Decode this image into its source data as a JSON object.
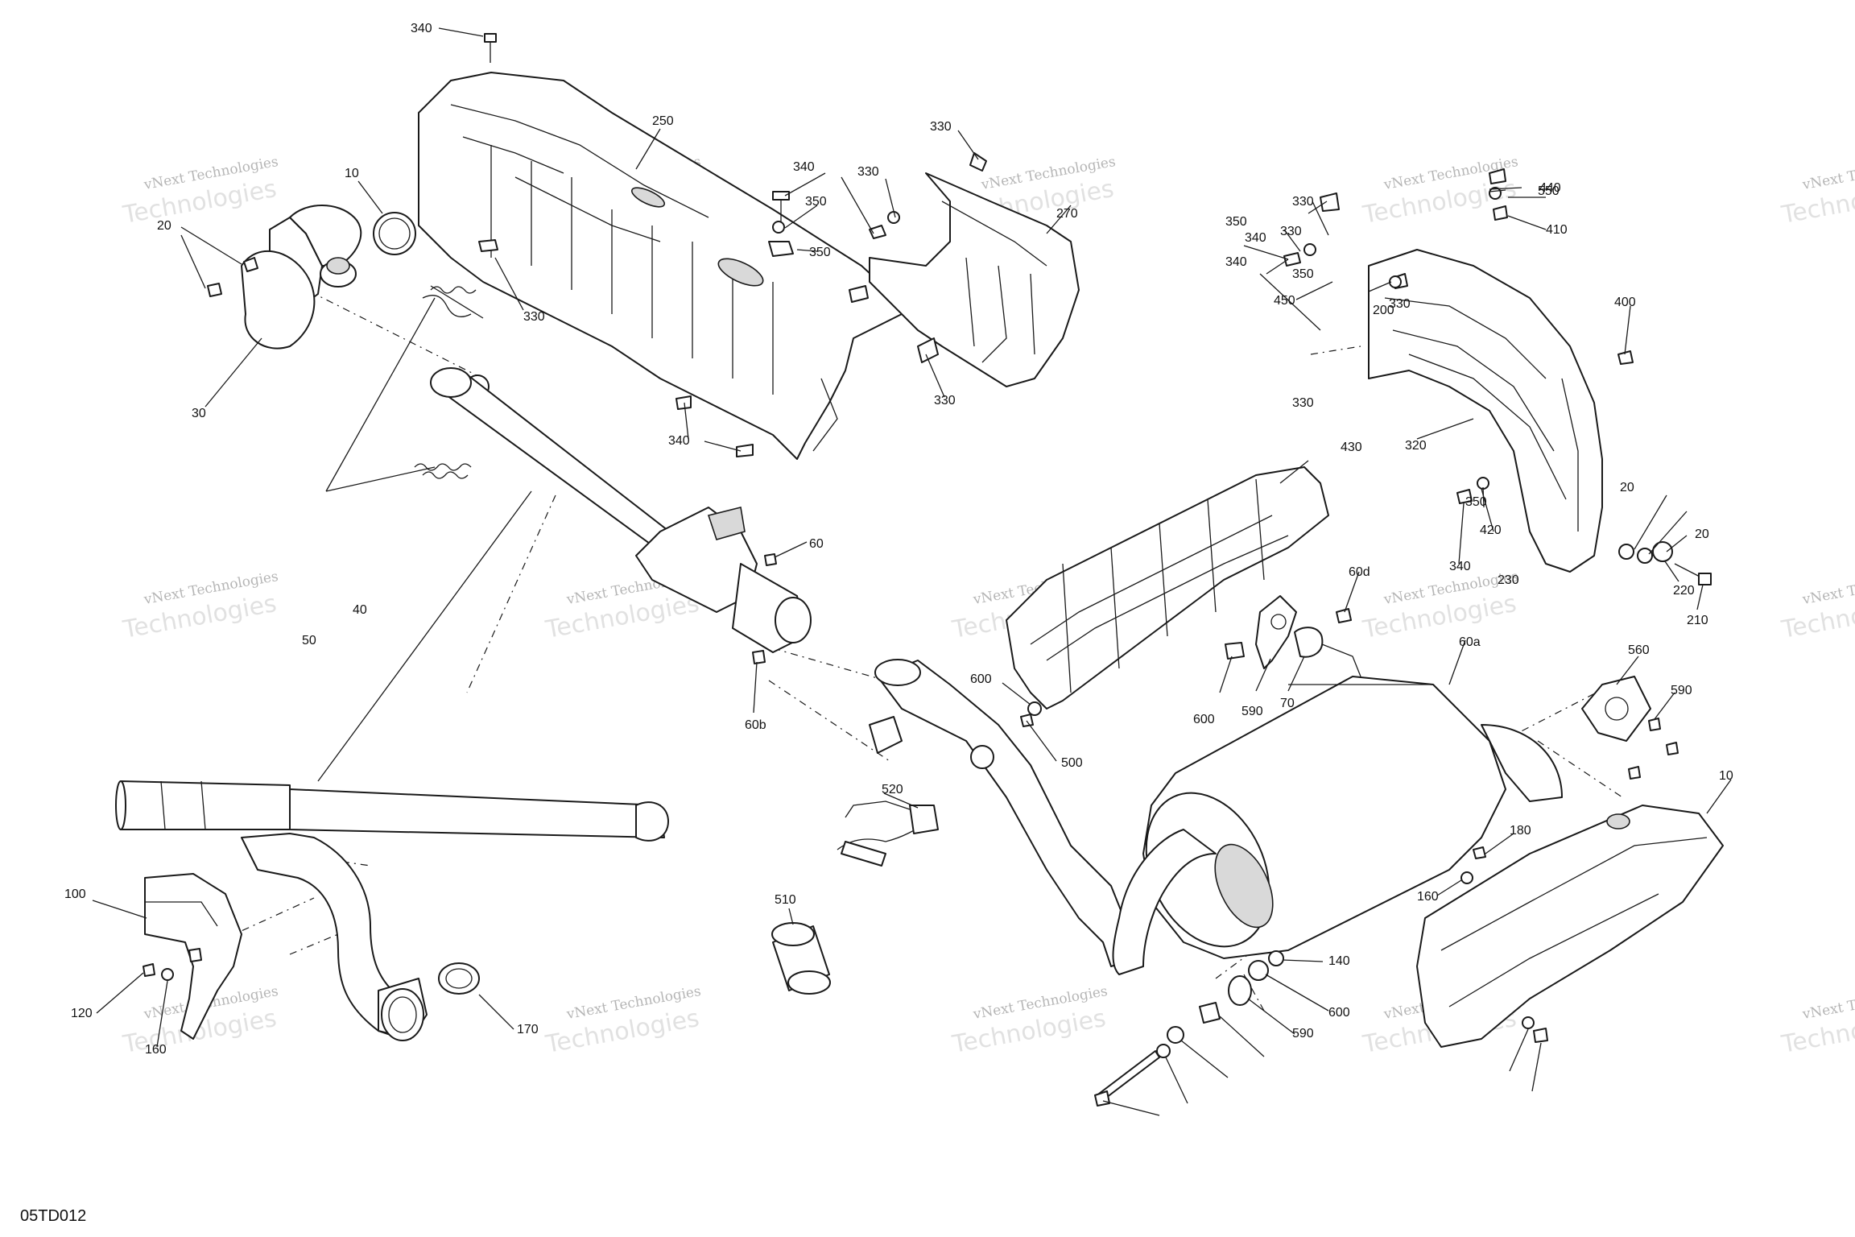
{
  "drawing_ref": "05TD012",
  "watermark": {
    "line1": "vNext Technologies",
    "line2": "Technologies"
  },
  "callouts": [
    "340",
    "250",
    "10",
    "20",
    "30",
    "50",
    "40",
    "330",
    "340",
    "350",
    "350",
    "330",
    "330",
    "340",
    "330",
    "270",
    "330",
    "350",
    "340",
    "340",
    "450",
    "350",
    "330",
    "330",
    "320",
    "350",
    "340",
    "330",
    "550",
    "410",
    "440",
    "430",
    "420",
    "400",
    "20",
    "20",
    "220",
    "230",
    "200",
    "210",
    "60",
    "60b",
    "60d",
    "600",
    "590",
    "70",
    "60a",
    "560",
    "590",
    "600",
    "500",
    "520",
    "510",
    "10",
    "180",
    "160",
    "100",
    "120",
    "160",
    "170",
    "140",
    "600",
    "590"
  ]
}
